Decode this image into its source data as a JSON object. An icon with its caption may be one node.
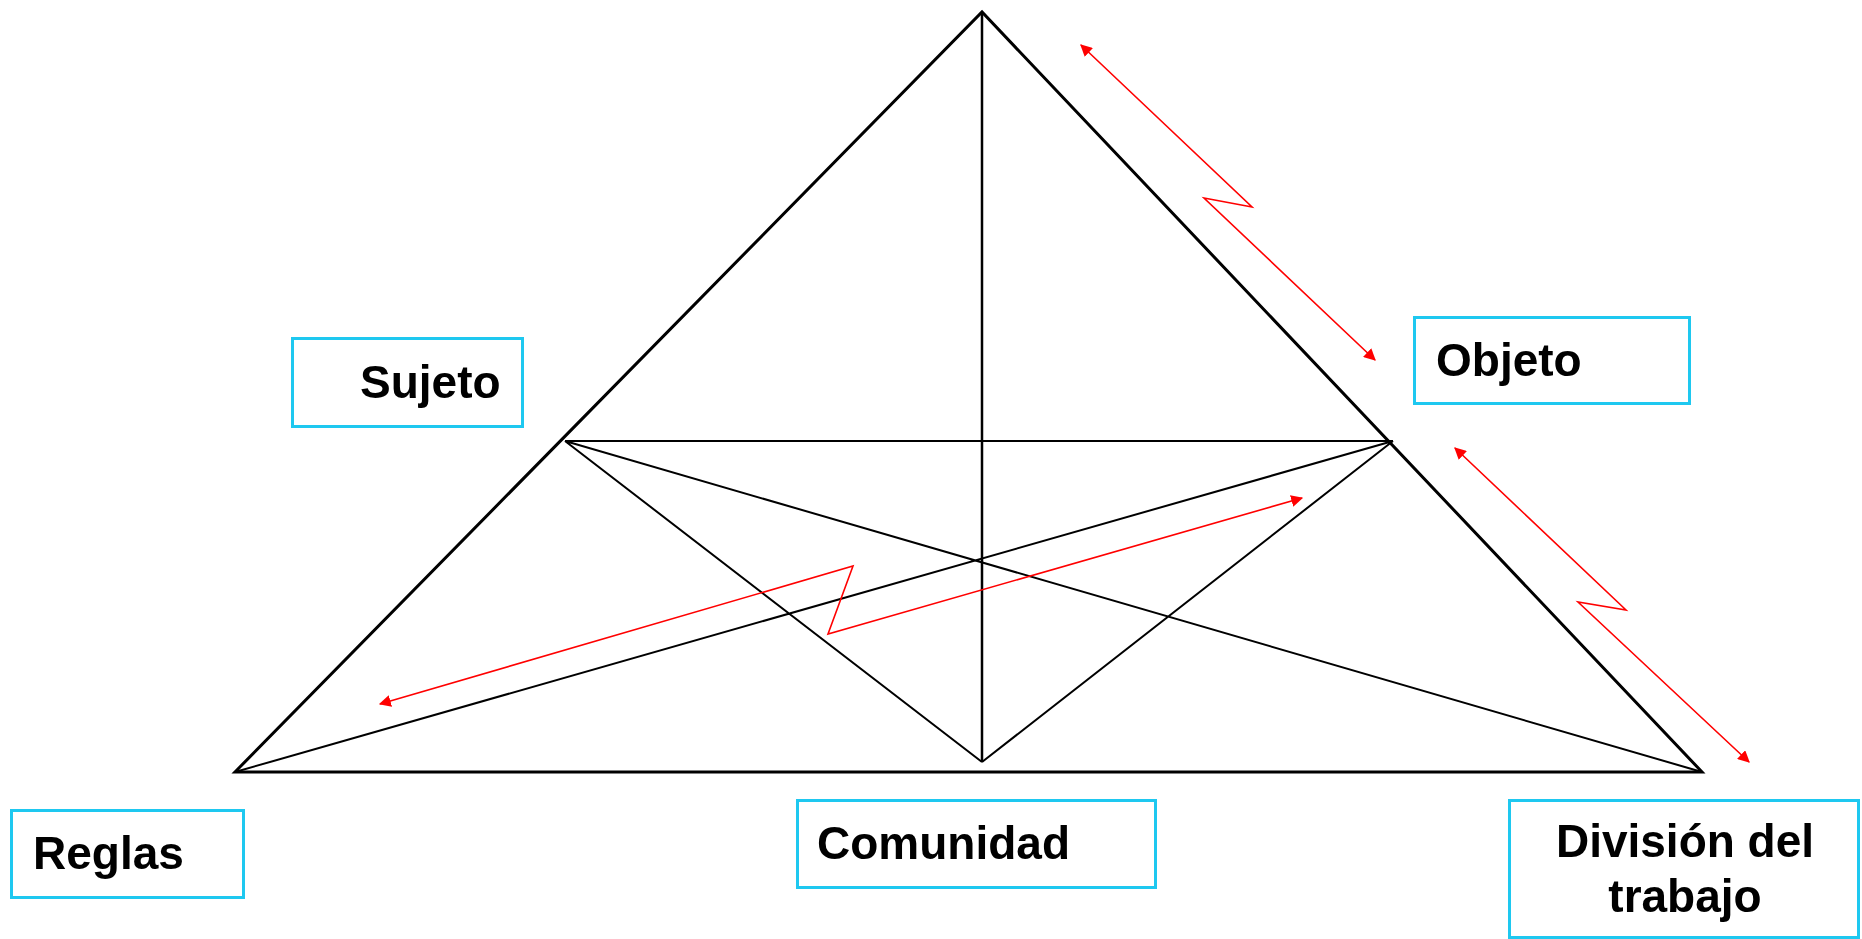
{
  "diagram": {
    "nodes": [
      {
        "text": [
          "Sujeto"
        ]
      },
      {
        "text": [
          "Objeto"
        ]
      },
      {
        "text": [
          "Reglas"
        ]
      },
      {
        "text": [
          "Comunidad"
        ]
      },
      {
        "text": [
          "División del trabajo"
        ]
      }
    ]
  }
}
